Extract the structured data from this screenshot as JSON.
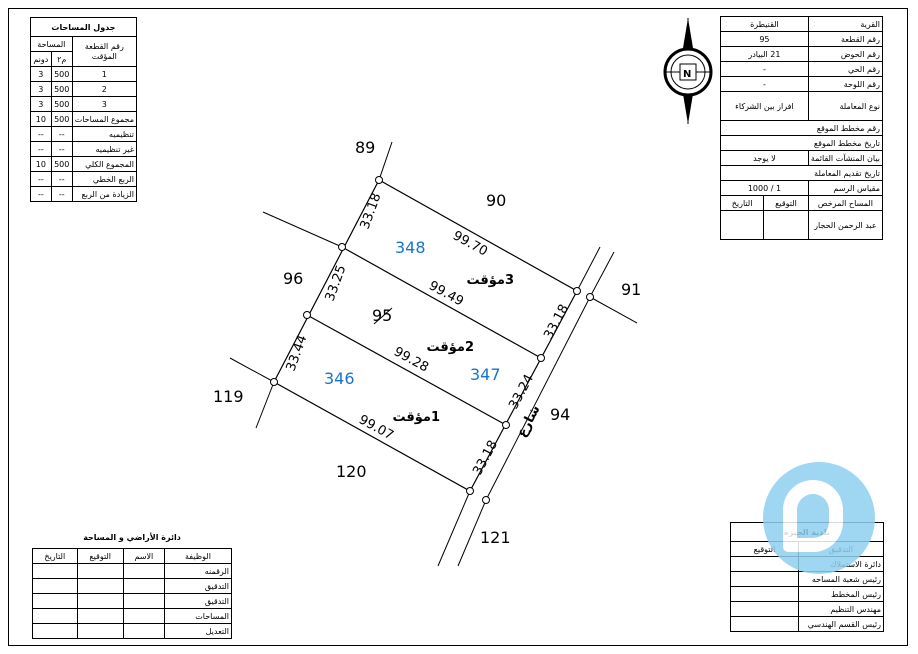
{
  "areas_table": {
    "title": "جدول المساحات",
    "header_plot": "رقم القطعة المؤقت",
    "header_area": "المساحة",
    "header_unit_m2": "م٢",
    "header_unit_donum": "دونم",
    "rows": [
      {
        "plot": "1",
        "m2": "500",
        "donum": "3"
      },
      {
        "plot": "2",
        "m2": "500",
        "donum": "3"
      },
      {
        "plot": "3",
        "m2": "500",
        "donum": "3"
      }
    ],
    "summary": [
      {
        "label": "مجموع المساحات",
        "m2": "500",
        "donum": "10"
      },
      {
        "label": "تنظيميه",
        "m2": "--",
        "donum": "--"
      },
      {
        "label": "غير تنظيميه",
        "m2": "--",
        "donum": "--"
      },
      {
        "label": "المجموع الكلي",
        "m2": "500",
        "donum": "10"
      },
      {
        "label": "الربع الخطي",
        "m2": "--",
        "donum": "--"
      },
      {
        "label": "الزيادة من الربع",
        "m2": "--",
        "donum": "--"
      }
    ]
  },
  "info_table": {
    "rows": [
      {
        "label": "القرية",
        "value": "القنيطرة"
      },
      {
        "label": "رقم القطعة",
        "value": "95"
      },
      {
        "label": "رقم الحوض",
        "value": "21  البيادر"
      },
      {
        "label": "رقم الحي",
        "value": "-"
      },
      {
        "label": "رقم اللوحة",
        "value": "-"
      },
      {
        "label": "نوع المعاملة",
        "value": "افراز بين الشركاء"
      },
      {
        "label": "رقم مخطط الموقع",
        "value": ""
      },
      {
        "label": "تاريخ مخطط الموقع",
        "value": ""
      },
      {
        "label": "بيان المنشآت القائمة",
        "value": "لا يوجد"
      },
      {
        "label": "تاريخ تقديم المعاملة",
        "value": ""
      }
    ],
    "scale_label": "مقياس الرسم",
    "scale_value": "1   /   1000",
    "surveyor_label": "المساح المرخص",
    "signature_label": "التوقيع",
    "date_label": "التاريخ",
    "surveyor_name": "عبد الرحمن الحجار"
  },
  "dept_table": {
    "title": "دائرة الأراضي و المساحة",
    "headers": {
      "job": "الوظيفة",
      "name": "الاسم",
      "signature": "التوقيع",
      "date": "التاريخ"
    },
    "rows": [
      "الرقمنه",
      "التدقيق",
      "التدقيق",
      "المساحات",
      "التعديل"
    ]
  },
  "municipality_table": {
    "title": "بلدية الجيزة",
    "header_check": "التدقيق",
    "header_signature": "التوقيع",
    "rows": [
      "دائرة الاستملاك",
      "رئيس شعبة المساحه",
      "رئيس المخطط",
      "مهندس التنظيم",
      "رئيس القسم الهندسي"
    ]
  },
  "compass": {
    "letter": "N"
  },
  "plan": {
    "parcels": {
      "north_west": "89",
      "north": "90",
      "north_east": "91",
      "west": "96",
      "center": "95",
      "south_west": "119",
      "south": "120",
      "east": "94",
      "south_east": "121"
    },
    "street": "شارع",
    "plots": [
      {
        "label": "3مؤقت",
        "number": "348",
        "number_color": "#1874cd"
      },
      {
        "label": "2مؤقت",
        "number": "347",
        "number_color": "#1874cd"
      },
      {
        "label": "1مؤقت",
        "number": "346",
        "number_color": "#1874cd"
      }
    ],
    "dims": {
      "west_top": "33.18",
      "west_mid": "33.25",
      "west_bottom": "33.44",
      "east_top": "33.18",
      "east_mid": "33.24",
      "east_bottom": "33.18",
      "line_top": "99.70",
      "line_2": "99.49",
      "line_3": "99.28",
      "line_bottom": "99.07"
    }
  }
}
